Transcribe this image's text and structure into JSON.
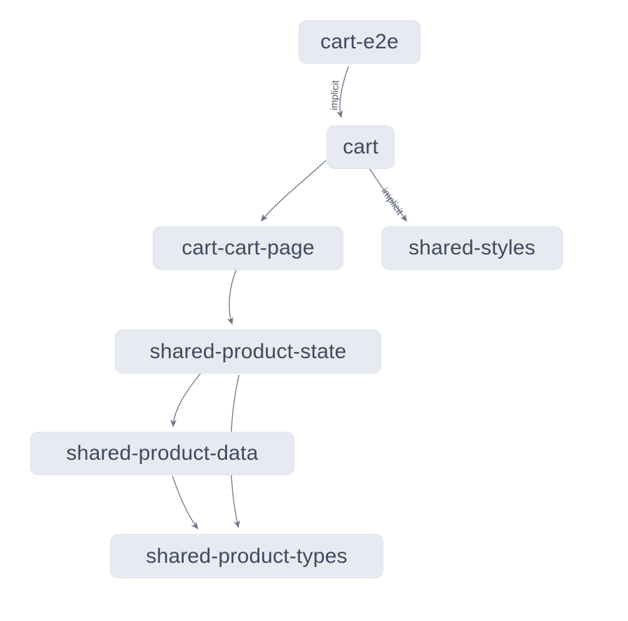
{
  "canvas": {
    "background": "#ffffff"
  },
  "theme": {
    "node_fill": "#e7eaf1",
    "node_border": "#dee2ec",
    "node_text": "#3f4a5f",
    "edge_stroke": "#6c7689",
    "edge_label_text": "#4e586d"
  },
  "graph": {
    "nodes": [
      {
        "id": "cart-e2e",
        "label": "cart-e2e"
      },
      {
        "id": "cart",
        "label": "cart"
      },
      {
        "id": "cart-cart-page",
        "label": "cart-cart-page"
      },
      {
        "id": "shared-styles",
        "label": "shared-styles"
      },
      {
        "id": "shared-product-state",
        "label": "shared-product-state"
      },
      {
        "id": "shared-product-data",
        "label": "shared-product-data"
      },
      {
        "id": "shared-product-types",
        "label": "shared-product-types"
      }
    ],
    "edges": [
      {
        "source": "cart-e2e",
        "target": "cart",
        "type": "implicit",
        "label": "implicit"
      },
      {
        "source": "cart",
        "target": "cart-cart-page",
        "type": "static",
        "label": ""
      },
      {
        "source": "cart",
        "target": "shared-styles",
        "type": "implicit",
        "label": "implicit"
      },
      {
        "source": "cart-cart-page",
        "target": "shared-product-state",
        "type": "static",
        "label": ""
      },
      {
        "source": "shared-product-state",
        "target": "shared-product-data",
        "type": "static",
        "label": ""
      },
      {
        "source": "shared-product-state",
        "target": "shared-product-types",
        "type": "static",
        "label": ""
      },
      {
        "source": "shared-product-data",
        "target": "shared-product-types",
        "type": "static",
        "label": ""
      }
    ]
  }
}
